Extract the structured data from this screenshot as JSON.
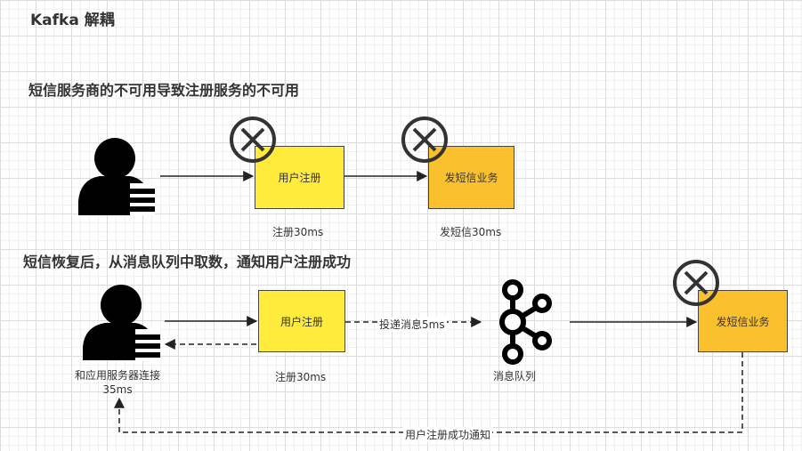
{
  "title": "Kafka 解耦",
  "section1": {
    "heading": "短信服务商的不可用导致注册服务的不可用",
    "register_box": "用户注册",
    "sms_box": "发短信业务",
    "register_caption": "注册30ms",
    "sms_caption": "发短信30ms"
  },
  "section2": {
    "heading": "短信恢复后，从消息队列中取数，通知用户注册成功",
    "register_box": "用户注册",
    "sms_box": "发短信业务",
    "register_caption": "注册30ms",
    "mq_caption": "消息队列",
    "user_caption_line1": "和应用服务器连接",
    "user_caption_line2": "35ms",
    "deliver_label": "投递消息5ms",
    "notify_label": "用户注册成功通知"
  },
  "colors": {
    "register_fill": "#ffeb3b",
    "sms_fill": "#fbc02d"
  },
  "icons": [
    "user-icon",
    "error-icon",
    "kafka-icon"
  ]
}
